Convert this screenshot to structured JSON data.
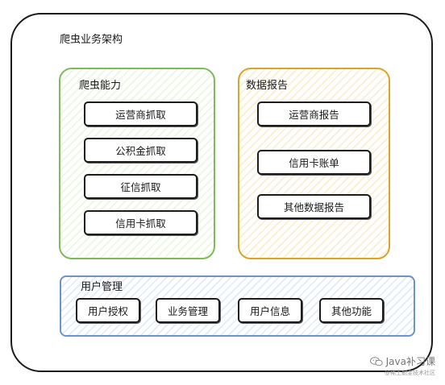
{
  "title": "爬虫业务架构",
  "crawler": {
    "title": "爬虫能力",
    "items": [
      "运营商抓取",
      "公积金抓取",
      "征信抓取",
      "信用卡抓取"
    ]
  },
  "reports": {
    "title": "数据报告",
    "items": [
      "运营商报告",
      "信用卡账单",
      "其他数据报告"
    ]
  },
  "users": {
    "title": "用户管理",
    "items": [
      "用户授权",
      "业务管理",
      "用户信息",
      "其他功能"
    ]
  },
  "watermark": {
    "text": "Java补习课",
    "sub": "@稀土掘金技术社区",
    "icon": "wechat-icon"
  },
  "colors": {
    "crawler_border": "#7fba5b",
    "reports_border": "#d9a42a",
    "users_border": "#6b93cf"
  }
}
